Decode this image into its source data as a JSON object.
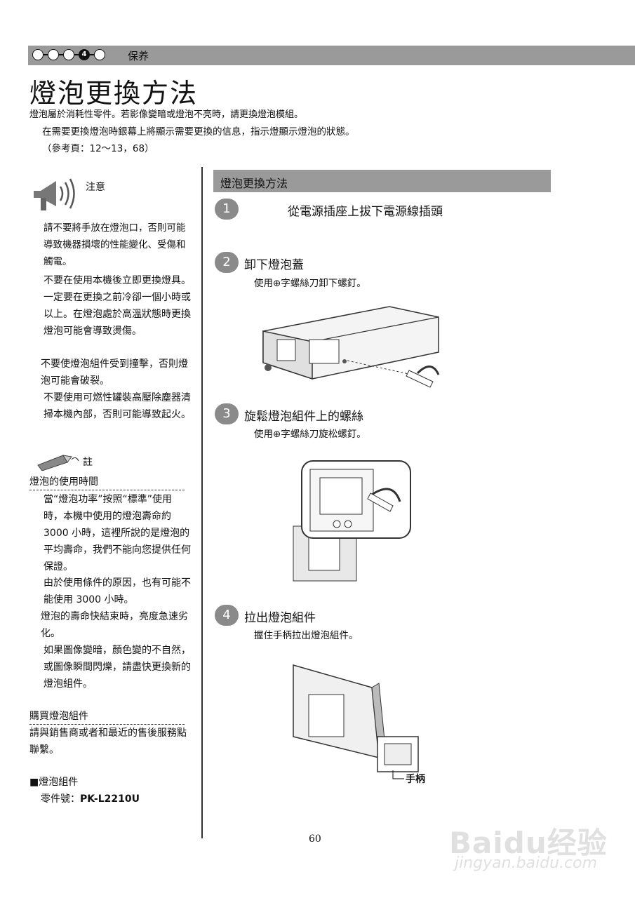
{
  "header": {
    "steps": [
      "",
      "",
      "",
      "4",
      ""
    ],
    "section_name": "保养"
  },
  "page_title": "燈泡更換方法",
  "intro": {
    "line1": "燈泡屬於消耗性零件。若影像變暗或燈泡不亮時，請更換燈泡模組。",
    "line2": "在需要更換燈泡時銀幕上將顯示需要更換的信息，指示燈顯示燈泡的狀態。",
    "line3": "（參考頁：12～13，68）"
  },
  "caution": {
    "label": "注意",
    "item1": "請不要將手放在燈泡口，否則可能導致機器損壞的性能變化、受傷和觸電。",
    "item2": "不要在使用本機後立即更換燈具。一定要在更換之前冷卻一個小時或以上。在燈泡處於高溫狀態時更換燈泡可能會導致燙傷。",
    "item3": "不要使燈泡組件受到撞擊，否則燈泡可能會破裂。",
    "item4": "不要使用可燃性罐裝高壓除塵器清掃本機內部，否則可能導致起火。"
  },
  "note": {
    "label": "註",
    "life_heading": "燈泡的使用時間",
    "life1": "當“燈泡功率”按照“標準”使用時，本機中使用的燈泡壽命約 3000 小時，這裡所說的是燈泡的平均壽命，我們不能向您提供任何保證。",
    "life2": "由於使用條件的原因，也有可能不能使用 3000 小時。",
    "life3": "燈泡的壽命快結束時，亮度急速劣化。",
    "life4": "如果圖像變暗，顏色變的不自然，或圖像瞬間閃爍，請盡快更換新的燈泡組件。",
    "buy_heading": "購買燈泡組件",
    "buy_text": "請與銷售商或者和最近的售後服務點聯繫。",
    "part_heading": "■燈泡組件",
    "part_label": "零件號：",
    "part_number": "PK-L2210U"
  },
  "procedure": {
    "header": "燈泡更換方法",
    "steps": [
      {
        "num": "1",
        "title": "從電源插座上拔下電源線插頭",
        "text": ""
      },
      {
        "num": "2",
        "title": "卸下燈泡蓋",
        "text": "使用⊕字螺絲刀卸下螺釘。"
      },
      {
        "num": "3",
        "title": "旋鬆燈泡組件上的螺絲",
        "text": "使用⊕字螺絲刀旋松螺釘。"
      },
      {
        "num": "4",
        "title": "拉出燈泡組件",
        "text": "握住手柄拉出燈泡組件。"
      }
    ],
    "handle_label": "手柄"
  },
  "page_number": "60",
  "watermark": {
    "brand": "Baidu经验",
    "url": "jingyan.baidu.com"
  }
}
